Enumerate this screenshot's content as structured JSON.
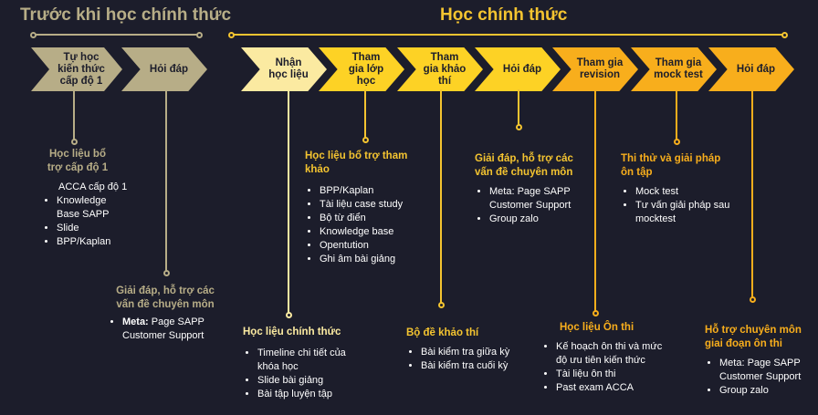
{
  "colors": {
    "background": "#1c1d2b",
    "khaki": "#b7ad87",
    "pale_yellow": "#fbeaa1",
    "yellow": "#fdd225",
    "orange": "#f8ae1c",
    "gold_text": "#f4c430",
    "cream_text": "#fbeaa1"
  },
  "headings": {
    "before": "Trước khi học chính thức",
    "formal": "Học chính thức"
  },
  "steps": [
    {
      "label": "Tự học kiến thức cấp độ 1"
    },
    {
      "label": "Hỏi đáp"
    },
    {
      "label": "Nhận học liệu"
    },
    {
      "label": "Tham gia lớp học"
    },
    {
      "label": "Tham gia khảo thí"
    },
    {
      "label": "Hỏi đáp"
    },
    {
      "label": "Tham gia revision"
    },
    {
      "label": "Tham gia mock test"
    },
    {
      "label": "Hỏi đáp"
    }
  ],
  "blocks": {
    "self_study": {
      "title": "Học liệu bổ trợ cấp độ 1",
      "subtitle": "ACCA cấp độ 1",
      "items": [
        "Knowledge Base SAPP",
        "Slide",
        "BPP/Kaplan"
      ]
    },
    "qa_before": {
      "title": "Giải đáp, hỗ trợ các vấn đề chuyên môn",
      "item_bold": "Meta:",
      "item_rest": " Page SAPP Customer Support"
    },
    "materials": {
      "title": "Học liệu chính thức",
      "items": [
        "Timeline chi tiết của khóa học",
        "Slide bài giảng",
        "Bài tập luyện tập"
      ]
    },
    "class": {
      "title": "Học liệu bổ trợ tham khảo",
      "items": [
        "BPP/Kaplan",
        "Tài liệu case study",
        "Bộ từ điển",
        "Knowledge base",
        "Opentution",
        "Ghi âm bài giảng"
      ]
    },
    "exam": {
      "title": "Bộ đề khảo thí",
      "items": [
        "Bài kiểm tra giữa kỳ",
        "Bài kiểm tra cuối kỳ"
      ]
    },
    "qa_formal": {
      "title": "Giải đáp, hỗ trợ các vấn đề chuyên môn",
      "items": [
        "Meta: Page SAPP Customer Support",
        "Group zalo"
      ]
    },
    "revision": {
      "title": "Học liệu Ôn thi",
      "items": [
        "Kế hoạch ôn thi và mức độ ưu tiên kiến thức",
        "Tài liệu ôn thi",
        "Past exam ACCA"
      ]
    },
    "mock": {
      "title": "Thi thử và giải pháp ôn tập",
      "items": [
        "Mock test",
        "Tư vấn giải pháp sau mocktest"
      ]
    },
    "qa_final": {
      "title": "Hỗ trợ chuyên môn giai đoạn ôn thi",
      "items": [
        "Meta: Page SAPP Customer Support",
        "Group zalo"
      ]
    }
  }
}
